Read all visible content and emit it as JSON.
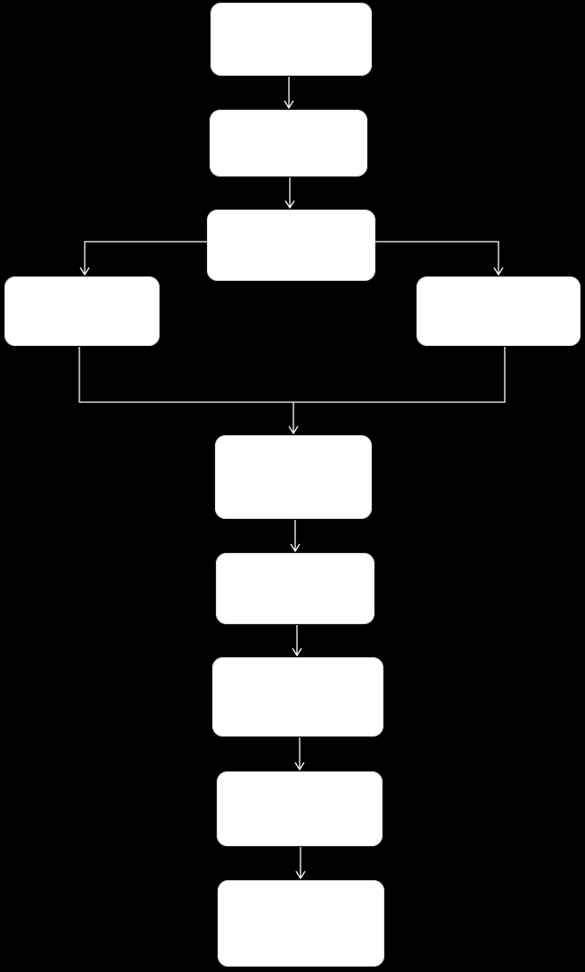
{
  "diagram": {
    "background": "#000000",
    "box_fill": "#ffffff",
    "line_color": "#ffffff",
    "nodes": [
      {
        "id": "node-1",
        "label": ""
      },
      {
        "id": "node-2",
        "label": ""
      },
      {
        "id": "node-3",
        "label": ""
      },
      {
        "id": "node-4",
        "label": ""
      },
      {
        "id": "node-5",
        "label": ""
      },
      {
        "id": "node-6",
        "label": ""
      },
      {
        "id": "node-7",
        "label": ""
      },
      {
        "id": "node-8",
        "label": ""
      },
      {
        "id": "node-9",
        "label": ""
      },
      {
        "id": "node-10",
        "label": ""
      }
    ],
    "edges": [
      {
        "from": "node-1",
        "to": "node-2"
      },
      {
        "from": "node-2",
        "to": "node-3"
      },
      {
        "from": "node-3",
        "to": "node-4"
      },
      {
        "from": "node-3",
        "to": "node-5"
      },
      {
        "from": "node-4",
        "to": "node-6"
      },
      {
        "from": "node-5",
        "to": "node-6"
      },
      {
        "from": "node-6",
        "to": "node-7"
      },
      {
        "from": "node-7",
        "to": "node-8"
      },
      {
        "from": "node-8",
        "to": "node-9"
      },
      {
        "from": "node-9",
        "to": "node-10"
      }
    ]
  }
}
